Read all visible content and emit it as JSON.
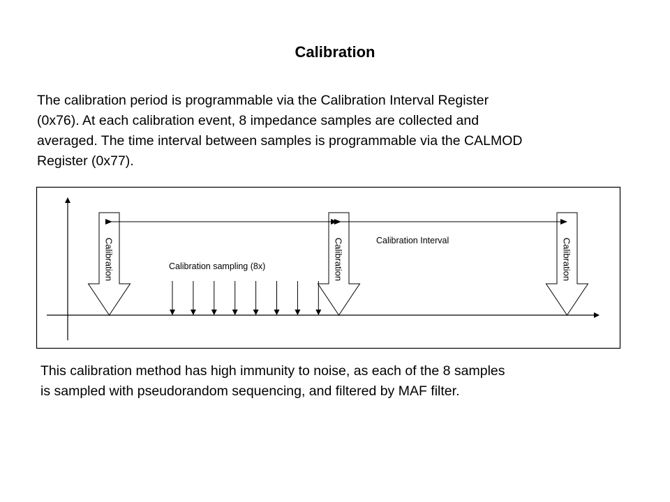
{
  "slide": {
    "title": "Calibration",
    "intro_lines": [
      "The calibration period is programmable via the Calibration Interval Register",
      "(0x76). At each calibration event, 8 impedance samples are collected and",
      "averaged. The time interval between samples is programmable via the CALMOD",
      "Register (0x77)."
    ],
    "footer_lines": [
      "This calibration method has high immunity to noise, as each of the 8 samples",
      "is sampled with pseudorandom sequencing, and filtered by MAF filter."
    ]
  },
  "diagram": {
    "calibration_event_label": "Calibration",
    "calibration_events": [
      {
        "label": "Calibration"
      },
      {
        "label": "Calibration"
      },
      {
        "label": "Calibration"
      }
    ],
    "sampling_label": "Calibration sampling (8x)",
    "sample_count": 8,
    "interval_label": "Calibration Interval",
    "colors": {
      "line": "#000000",
      "background": "#ffffff"
    }
  }
}
